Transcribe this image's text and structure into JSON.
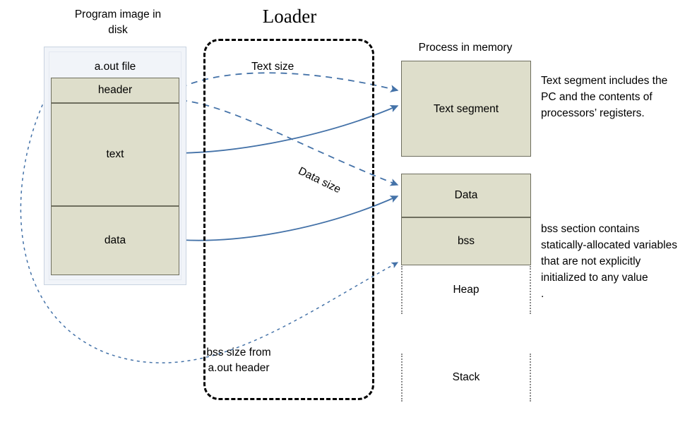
{
  "diagram": {
    "disk": {
      "title": "Program image in\ndisk",
      "file_label": "a.out file",
      "segments": [
        {
          "name": "header",
          "label": "header"
        },
        {
          "name": "text",
          "label": "text"
        },
        {
          "name": "data",
          "label": "data"
        }
      ]
    },
    "loader": {
      "title": "Loader",
      "edge_labels": {
        "text_size": "Text size",
        "data_size": "Data size",
        "bss_size": "bss size from\na.out header"
      }
    },
    "memory": {
      "title": "Process in memory",
      "regions": [
        {
          "name": "text-segment",
          "label": "Text\nsegment"
        },
        {
          "name": "data",
          "label": "Data"
        },
        {
          "name": "bss",
          "label": "bss"
        },
        {
          "name": "heap",
          "label": "Heap"
        },
        {
          "name": "stack",
          "label": "Stack"
        }
      ]
    },
    "annotations": {
      "text_segment_note": "Text segment includes the PC and the contents of processors’ registers.",
      "bss_note": "bss section contains statically-allocated variables that are not explicitly initialized to any value\n."
    },
    "colors": {
      "segment_fill": "#DEDECB",
      "segment_stroke": "#6E6E5E",
      "panel_fill": "#F1F4F9",
      "panel_stroke": "#C9D3E0",
      "arrow": "#4472A8",
      "loader_stroke": "#000000",
      "dotted_region": "#8A8A8A"
    }
  }
}
